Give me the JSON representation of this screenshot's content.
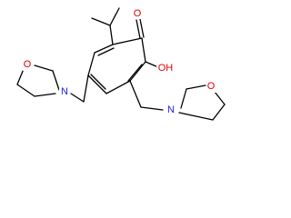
{
  "diagram": {
    "type": "chemical-structure",
    "atom_labels": {
      "carbonyl_o": "O",
      "hydroxyl": "OH",
      "morpholine_left_o": "O",
      "morpholine_left_n": "N",
      "morpholine_right_o": "O",
      "morpholine_right_n": "N"
    },
    "colors": {
      "bond": "#000000",
      "oxygen": "#e00000",
      "nitrogen": "#2020e0",
      "background": "#ffffff"
    }
  }
}
